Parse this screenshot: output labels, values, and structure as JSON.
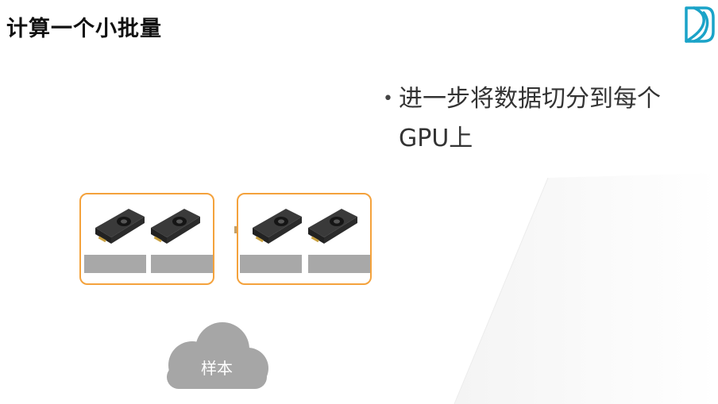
{
  "slide": {
    "title": "计算一个小批量",
    "bullet": "进一步将数据切分到每个GPU上",
    "bullet_marker": "•"
  },
  "gpu_groups": [
    {
      "gpus": [
        "gpu",
        "gpu"
      ]
    },
    {
      "gpus": [
        "gpu",
        "gpu"
      ]
    }
  ],
  "cloud": {
    "label": "样本"
  },
  "colors": {
    "group_border": "#f4a23c",
    "bar": "#a8a8a8",
    "cloud": "#a6a6a6",
    "logo": "#1aa3c8"
  },
  "icons": {
    "logo": "d2l-logo-icon",
    "gpu": "gpu-card-icon",
    "cloud": "cloud-icon"
  }
}
